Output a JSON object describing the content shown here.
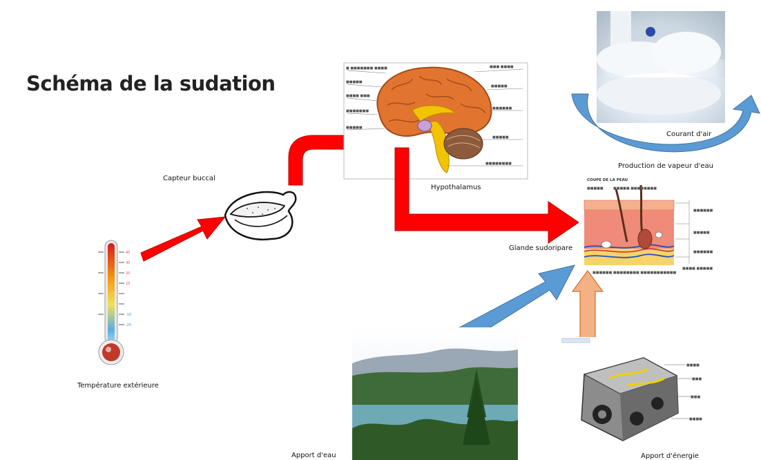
{
  "diagram": {
    "title": "Schéma de la sudation",
    "labels": {
      "temperature": "Température extérieure",
      "mouth_sensor": "Capteur buccal",
      "hypothalamus": "Hypothalamus",
      "sweat_gland": "Glande sudoripare",
      "air_current": "Courant d'air",
      "vapor_production": "Production de vapeur d'eau",
      "water_supply": "Apport d'eau",
      "energy_supply": "Apport d'énergie"
    },
    "skin_figure": {
      "heading": "COUPE DE LA PEAU"
    },
    "arrows": [
      {
        "from": "temperature",
        "to": "mouth_sensor",
        "color": "#ff0000"
      },
      {
        "from": "mouth_sensor",
        "to": "hypothalamus",
        "color": "#ff0000"
      },
      {
        "from": "hypothalamus",
        "to": "sweat_gland",
        "color": "#ff0000"
      },
      {
        "from": "water_supply",
        "to": "sweat_gland",
        "color": "#5b9bd5"
      },
      {
        "from": "energy_supply",
        "to": "sweat_gland",
        "color": "#f4b183"
      },
      {
        "from": "air_current",
        "to": "vapor_production",
        "color": "#5b9bd5"
      }
    ],
    "colors": {
      "red_arrow": "#ff0000",
      "blue_arrow": "#5b9bd5",
      "orange_arrow": "#f4b183"
    }
  }
}
